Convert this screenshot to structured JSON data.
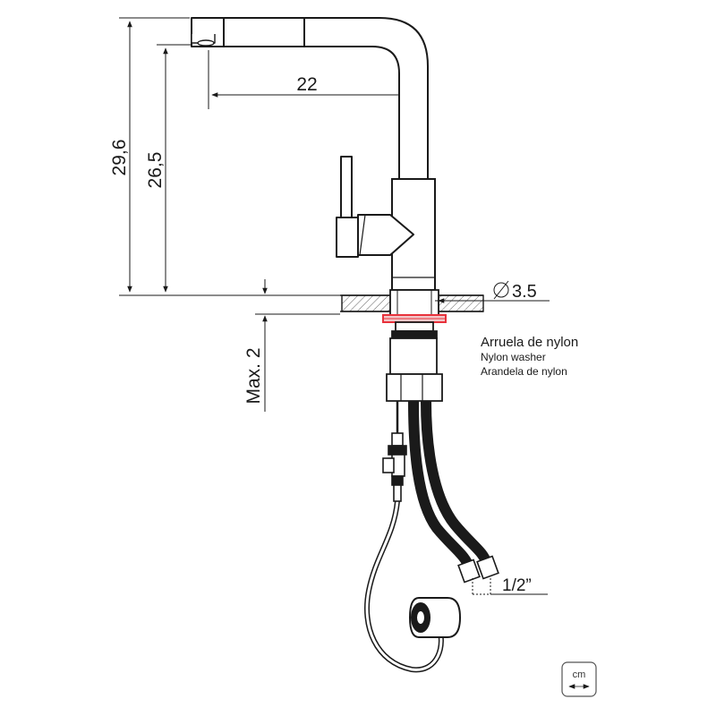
{
  "dimensions": {
    "total_height": "29,6",
    "spout_height": "26,5",
    "reach": "22",
    "hole_diameter": "3.5",
    "max_thickness": "Max. 2",
    "thread": "1/2”"
  },
  "washer_label": {
    "es": "Arruela de nylon",
    "en": "Nylon washer",
    "pt": "Arandela de nylon"
  },
  "unit_badge": "cm",
  "colors": {
    "line": "#1a1a1a",
    "washer": "#e8323c",
    "hatch": "#666666"
  }
}
